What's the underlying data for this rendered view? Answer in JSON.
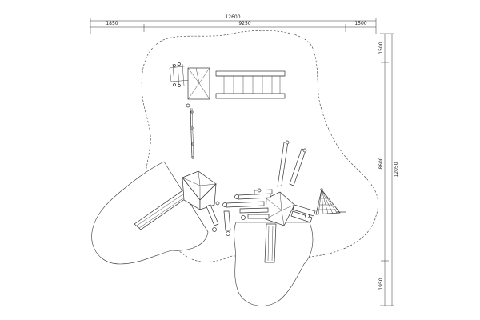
{
  "dimensions": {
    "top_total": "12600",
    "top_left": "1850",
    "top_middle": "9250",
    "top_right": "1500",
    "right_total": "12050",
    "right_top": "1500",
    "right_middle": "8600",
    "right_bottom": "1950"
  }
}
